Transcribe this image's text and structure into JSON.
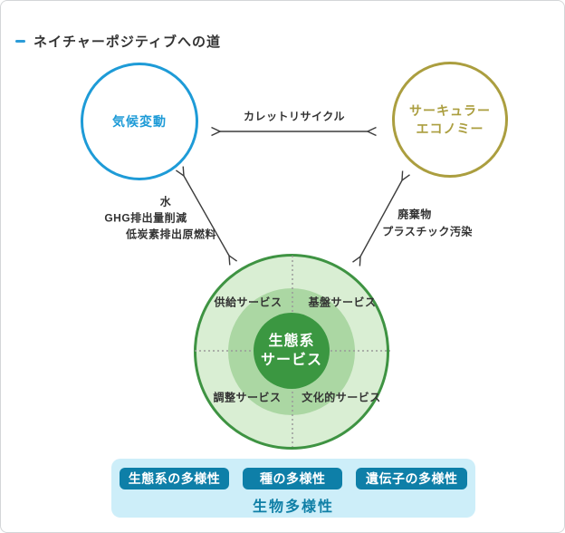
{
  "header": {
    "title": "ネイチャーポジティブへの道"
  },
  "nodes": {
    "climate": {
      "label": "気候変動"
    },
    "circular_economy": {
      "line1": "サーキュラー",
      "line2": "エコノミー"
    }
  },
  "arrows": {
    "top": {
      "label": "カレットリサイクル"
    },
    "left": {
      "labels": [
        "水",
        "GHG排出量削減",
        "低炭素排出原燃料"
      ]
    },
    "right": {
      "labels": [
        "廃棄物",
        "プラスチック汚染"
      ]
    }
  },
  "ecosystem": {
    "center": {
      "line1": "生態系",
      "line2": "サービス"
    },
    "quadrants": {
      "top_left": "供給サービス",
      "top_right": "基盤サービス",
      "bottom_left": "調整サービス",
      "bottom_right": "文化的サービス"
    }
  },
  "biodiversity": {
    "items": [
      "生態系の多様性",
      "種の多様性",
      "遺伝子の多様性"
    ],
    "label": "生物多様性"
  },
  "colors": {
    "climate_blue": "#1e9bd7",
    "circular_olive": "#ab9e3f",
    "eco_border_green": "#3e9342",
    "eco_outer_green": "#d9eed3",
    "eco_middle_green": "#abd7a3",
    "eco_inner_green": "#3b9741",
    "bio_teal": "#0e7fa8",
    "bio_light_blue": "#cdeef9",
    "text_dark": "#333333"
  }
}
